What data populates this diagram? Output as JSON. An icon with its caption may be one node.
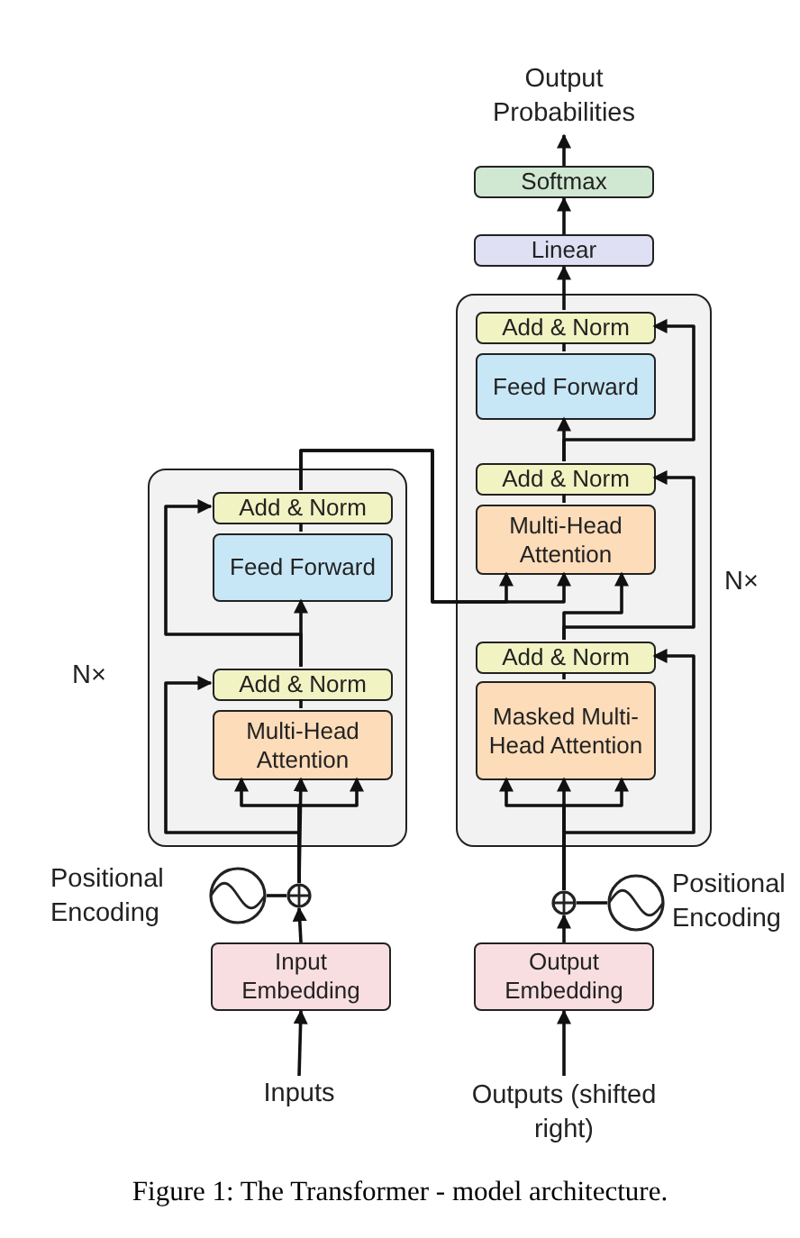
{
  "diagram": {
    "caption": "Figure 1: The Transformer - model architecture.",
    "nodes": [
      {
        "text": [],
        "shape": "box",
        "beside": [
          "N×"
        ]
      },
      {
        "text": [
          "Add & Norm"
        ],
        "in": 0
      },
      {
        "text": [
          "Feed Forward"
        ],
        "in": 0
      },
      {
        "text": [
          "Add & Norm"
        ],
        "in": 0
      },
      {
        "text": [
          "Multi-Head Attention"
        ],
        "in": 0
      },
      {
        "text": [],
        "shape": "circle",
        "beside": [
          "Positional Encoding"
        ]
      },
      {
        "text": [],
        "shape": "circle"
      },
      {
        "text": [
          "Input Embedding"
        ]
      },
      {
        "text": [
          "Inputs"
        ]
      },
      {
        "text": [],
        "shape": "box",
        "beside": [
          "N×"
        ]
      },
      {
        "text": [
          "Add & Norm"
        ],
        "in": 9
      },
      {
        "text": [
          "Feed Forward"
        ],
        "in": 9
      },
      {
        "text": [
          "Add & Norm"
        ],
        "in": 9
      },
      {
        "text": [
          "Multi-Head Attention"
        ],
        "in": 9
      },
      {
        "text": [
          "Add & Norm"
        ],
        "in": 9
      },
      {
        "text": [
          "Masked Multi-Head Attention"
        ],
        "in": 9
      },
      {
        "text": [
          "Output Embedding"
        ]
      },
      {
        "text": [],
        "shape": "circle"
      },
      {
        "text": [],
        "shape": "circle",
        "beside": [
          "Positional Encoding"
        ]
      },
      {
        "text": [
          "Outputs (shifted right)"
        ]
      },
      {
        "text": [
          "Linear"
        ]
      },
      {
        "text": [
          "Softmax"
        ]
      },
      {
        "text": [
          "Output Probabilities"
        ]
      }
    ],
    "edges": [
      {
        "from": 8,
        "to": 7,
        "arrow": "to"
      },
      {
        "from": 7,
        "to": 6,
        "arrow": "to"
      },
      {
        "from": 5,
        "to": 6,
        "arrow": "none"
      },
      {
        "from": 6,
        "to": 4,
        "arrow": "to"
      },
      {
        "from": 6,
        "to": 3,
        "arrow": "to"
      },
      {
        "from": 4,
        "to": 3,
        "arrow": "none"
      },
      {
        "from": 3,
        "to": 2,
        "arrow": "to"
      },
      {
        "from": 3,
        "to": 1,
        "arrow": "to"
      },
      {
        "from": 2,
        "to": 1,
        "arrow": "none"
      },
      {
        "from": 1,
        "to": 13,
        "arrow": "to"
      },
      {
        "from": 16,
        "to": 17,
        "arrow": "to"
      },
      {
        "from": 18,
        "to": 17,
        "arrow": "none"
      },
      {
        "from": 17,
        "to": 15,
        "arrow": "to"
      },
      {
        "from": 17,
        "to": 14,
        "arrow": "to"
      },
      {
        "from": 15,
        "to": 14,
        "arrow": "none"
      },
      {
        "from": 14,
        "to": 13,
        "arrow": "to"
      },
      {
        "from": 14,
        "to": 12,
        "arrow": "to"
      },
      {
        "from": 13,
        "to": 12,
        "arrow": "none"
      },
      {
        "from": 12,
        "to": 11,
        "arrow": "to"
      },
      {
        "from": 12,
        "to": 10,
        "arrow": "to"
      },
      {
        "from": 11,
        "to": 10,
        "arrow": "none"
      },
      {
        "from": 10,
        "to": 20,
        "arrow": "to"
      },
      {
        "from": 20,
        "to": 21,
        "arrow": "to"
      },
      {
        "from": 21,
        "to": 22,
        "arrow": "to"
      },
      {
        "from": 19,
        "to": 16,
        "arrow": "to"
      }
    ]
  }
}
